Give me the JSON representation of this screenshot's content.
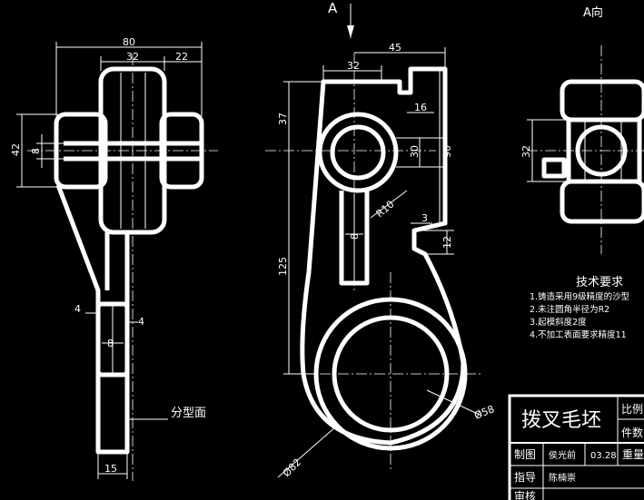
{
  "views": {
    "a_arrow_label": "A",
    "a_view_title": "A向",
    "parting_surface_label": "分型面"
  },
  "dimensions": {
    "left": {
      "width_80": "80",
      "width_32": "32",
      "width_22": "22",
      "height_42": "42",
      "hole_8": "8",
      "rib_4_left": "4",
      "rib_4_right": "4",
      "rib_8": "8",
      "bottom_15": "15"
    },
    "center": {
      "width_45": "45",
      "width_32": "32",
      "height_37": "37",
      "width_16": "16",
      "dia_30": "30",
      "height_90": "90",
      "radius_r10": "R10",
      "gap_3": "3",
      "rib_8": "8",
      "height_12": "12",
      "height_125": "125",
      "dia_58": "Ø58",
      "dia_82": "Ø82"
    },
    "right": {
      "height_32": "32"
    }
  },
  "tech_requirements": {
    "title": "技术要求",
    "items": [
      "1.铸造采用9级精度的沙型",
      "2.未注圆角半径为R2",
      "3.起模斜度2度",
      "4.不加工表面要求精度11"
    ]
  },
  "title_block": {
    "part_name": "拨叉毛坯",
    "scale_label": "比例",
    "count_label": "件数",
    "weight_label": "重量",
    "drawn_label": "制图",
    "drawn_by": "侯光前",
    "date": "03.28",
    "guide_label": "指导",
    "guide_by": "陈楠崇",
    "review_label": "审核"
  }
}
